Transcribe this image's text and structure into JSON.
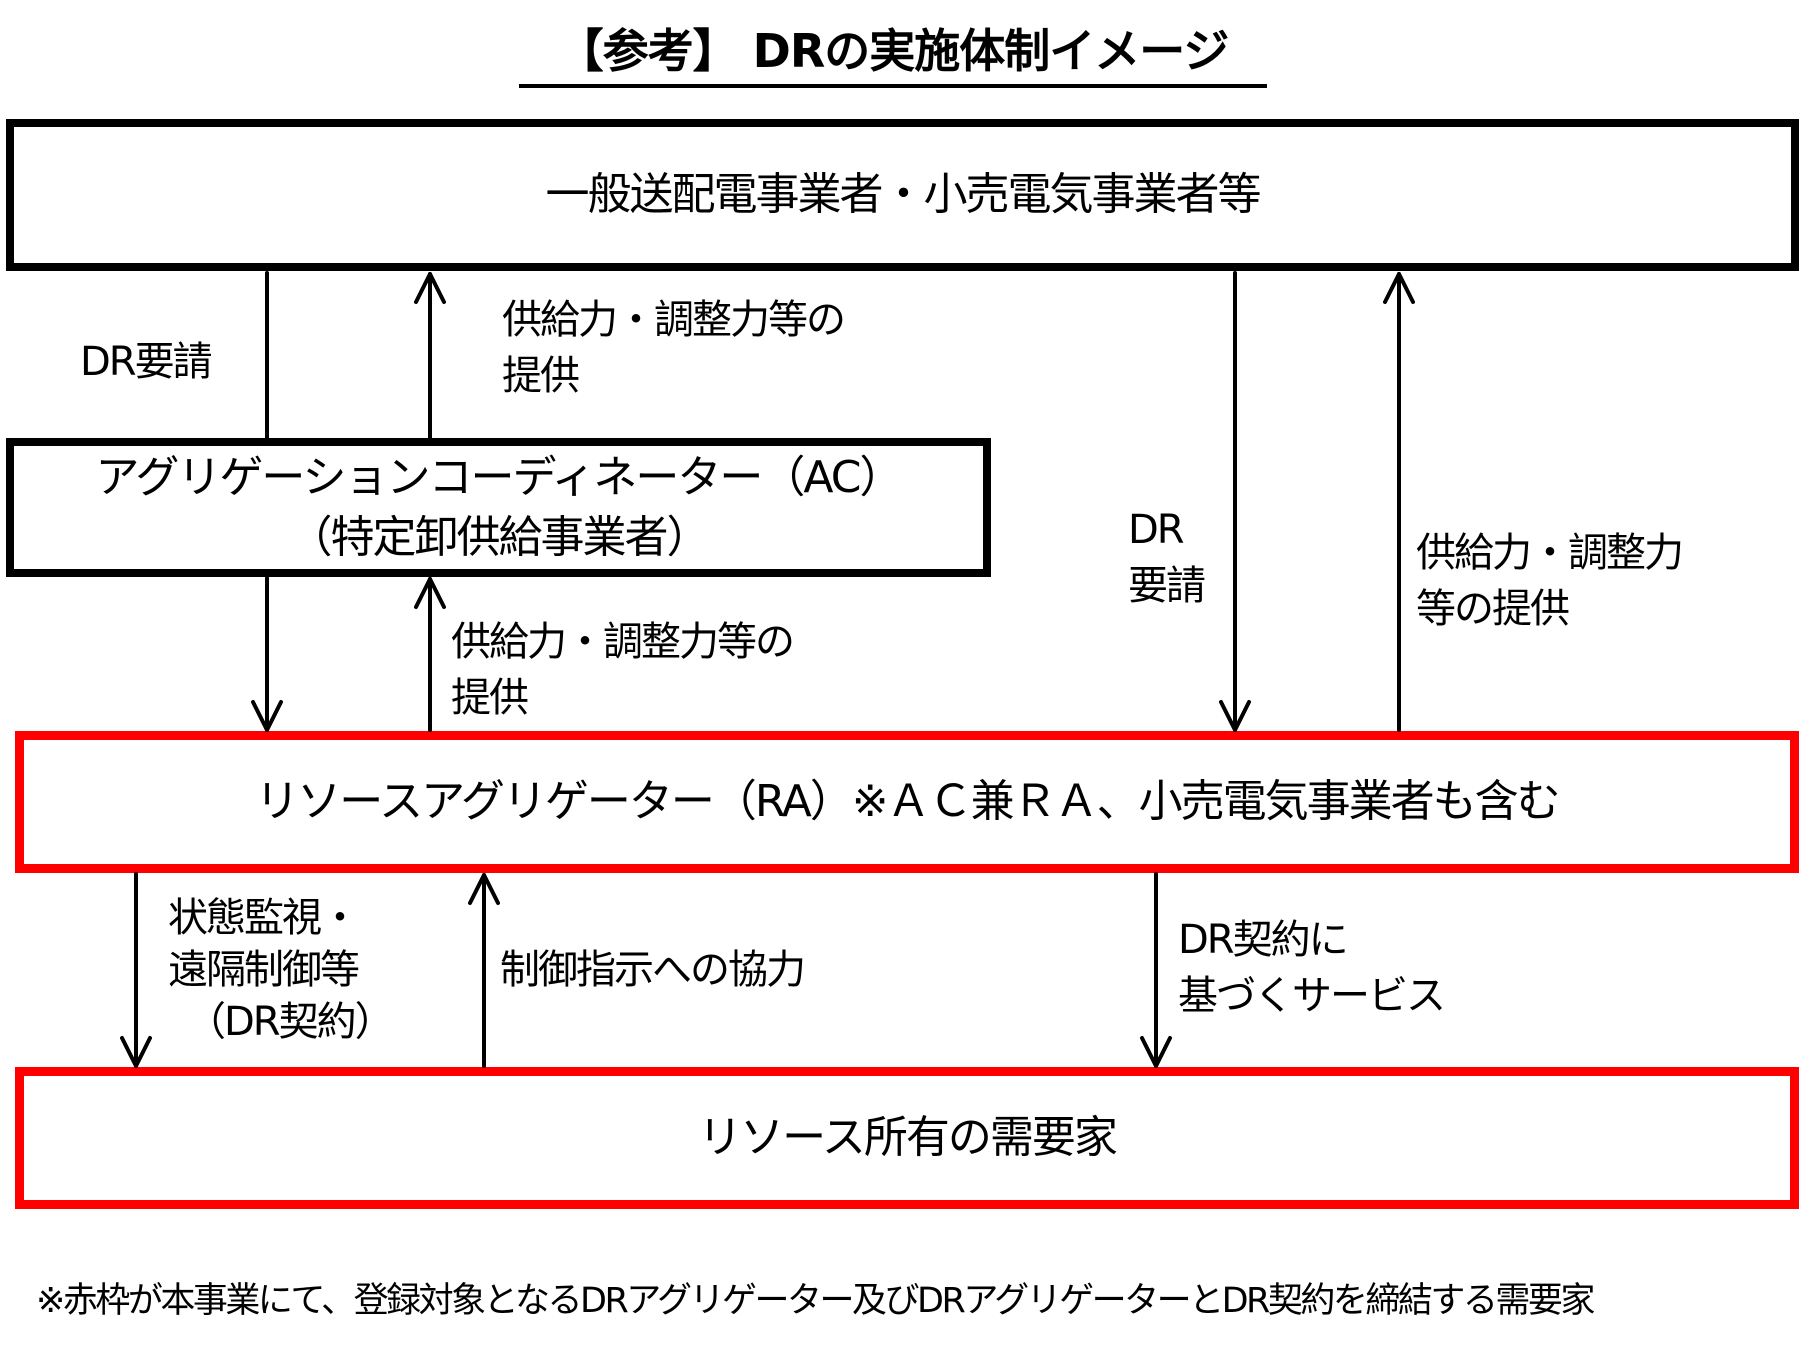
{
  "title": "【参考】 DRの実施体制イメージ",
  "boxes": {
    "top": {
      "label": "一般送配電事業者・小売電気事業者等",
      "border_color": "#000000"
    },
    "ac": {
      "line1": "アグリゲーションコーディネーター（AC）",
      "line2": "（特定卸供給事業者）",
      "border_color": "#000000"
    },
    "ra": {
      "label": "リソースアグリゲーター（RA）※ＡＣ兼ＲＡ、小売電気事業者も含む",
      "border_color": "#ff0000"
    },
    "customer": {
      "label": "リソース所有の需要家",
      "border_color": "#ff0000"
    }
  },
  "arrows": {
    "top_to_ac": {
      "label": "DR要請",
      "direction": "down"
    },
    "ac_to_top": {
      "line1": "供給力・調整力等の",
      "line2": "提供",
      "direction": "up"
    },
    "ac_to_ra": {
      "direction": "down"
    },
    "ra_to_ac": {
      "line1": "供給力・調整力等の",
      "line2": "提供",
      "direction": "up"
    },
    "top_to_ra": {
      "line1": "DR",
      "line2": "要請",
      "direction": "down"
    },
    "ra_to_top": {
      "line1": "供給力・調整力",
      "line2": "等の提供",
      "direction": "up"
    },
    "ra_to_customer_control": {
      "line1": "状態監視・",
      "line2": "遠隔制御等",
      "line3": "（DR契約）",
      "direction": "down"
    },
    "customer_to_ra": {
      "label": "制御指示への協力",
      "direction": "up"
    },
    "ra_to_customer_service": {
      "line1": "DR契約に",
      "line2": "基づくサービス",
      "direction": "down"
    }
  },
  "footer": "※赤枠が本事業にて、登録対象となるDRアグリゲーター及びDRアグリゲーターとDR契約を締結する需要家"
}
